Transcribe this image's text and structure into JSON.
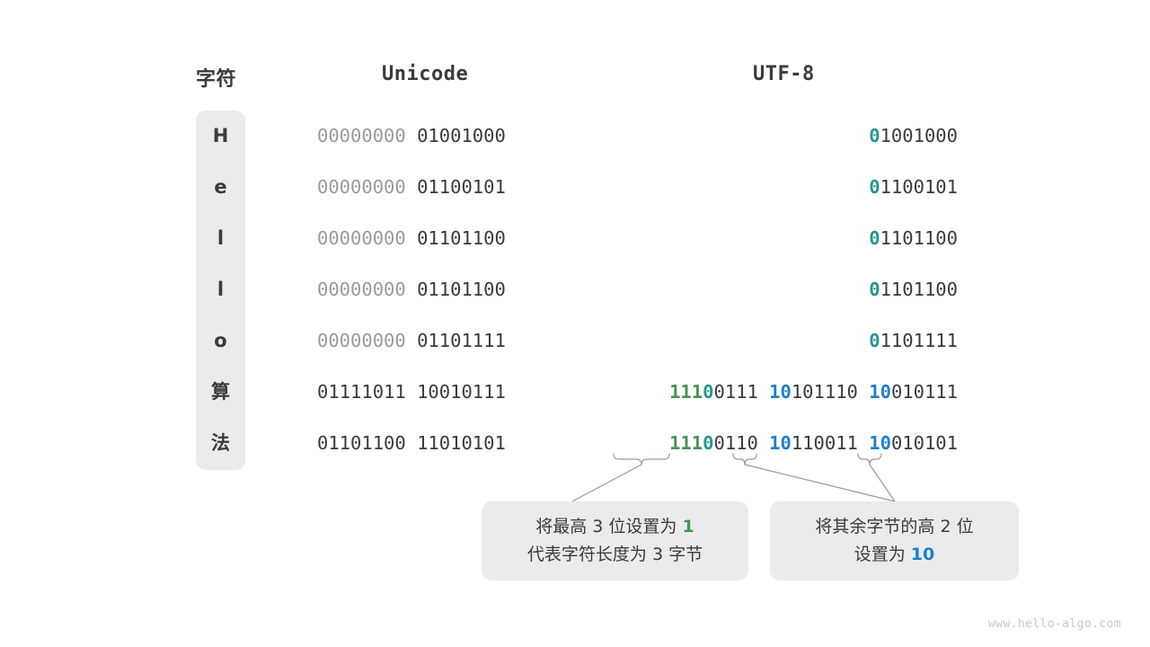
{
  "headers": {
    "character": "字符",
    "unicode": "Unicode",
    "utf8": "UTF-8"
  },
  "colors": {
    "green": "#4a9157",
    "teal": "#2b9490",
    "blue": "#1f80c4",
    "dark": "#3b3b3b",
    "dim": "#9a9a9a",
    "pill_bg": "#ebebeb",
    "page_bg": "#ffffff",
    "watermark": "#c9c9c9"
  },
  "rows": [
    {
      "char": "H",
      "unicode": [
        {
          "text": "00000000",
          "style": "dim"
        },
        {
          "text": " ",
          "style": "dim"
        },
        {
          "text": "01001000",
          "style": "dark"
        }
      ],
      "utf8": [
        {
          "text": "0",
          "style": "teal"
        },
        {
          "text": "1001000",
          "style": "dark"
        }
      ]
    },
    {
      "char": "e",
      "unicode": [
        {
          "text": "00000000",
          "style": "dim"
        },
        {
          "text": " ",
          "style": "dim"
        },
        {
          "text": "01100101",
          "style": "dark"
        }
      ],
      "utf8": [
        {
          "text": "0",
          "style": "teal"
        },
        {
          "text": "1100101",
          "style": "dark"
        }
      ]
    },
    {
      "char": "l",
      "unicode": [
        {
          "text": "00000000",
          "style": "dim"
        },
        {
          "text": " ",
          "style": "dim"
        },
        {
          "text": "01101100",
          "style": "dark"
        }
      ],
      "utf8": [
        {
          "text": "0",
          "style": "teal"
        },
        {
          "text": "1101100",
          "style": "dark"
        }
      ]
    },
    {
      "char": "l",
      "unicode": [
        {
          "text": "00000000",
          "style": "dim"
        },
        {
          "text": " ",
          "style": "dim"
        },
        {
          "text": "01101100",
          "style": "dark"
        }
      ],
      "utf8": [
        {
          "text": "0",
          "style": "teal"
        },
        {
          "text": "1101100",
          "style": "dark"
        }
      ]
    },
    {
      "char": "o",
      "unicode": [
        {
          "text": "00000000",
          "style": "dim"
        },
        {
          "text": " ",
          "style": "dim"
        },
        {
          "text": "01101111",
          "style": "dark"
        }
      ],
      "utf8": [
        {
          "text": "0",
          "style": "teal"
        },
        {
          "text": "1101111",
          "style": "dark"
        }
      ]
    },
    {
      "char": "算",
      "unicode": [
        {
          "text": "01111011",
          "style": "dark"
        },
        {
          "text": " ",
          "style": "dark"
        },
        {
          "text": "10010111",
          "style": "dark"
        }
      ],
      "utf8": [
        {
          "text": "111",
          "style": "green"
        },
        {
          "text": "0",
          "style": "teal"
        },
        {
          "text": "0111",
          "style": "dark"
        },
        {
          "text": " ",
          "style": "dark"
        },
        {
          "text": "10",
          "style": "blue"
        },
        {
          "text": "101110",
          "style": "dark"
        },
        {
          "text": " ",
          "style": "dark"
        },
        {
          "text": "10",
          "style": "blue"
        },
        {
          "text": "010111",
          "style": "dark"
        }
      ]
    },
    {
      "char": "法",
      "unicode": [
        {
          "text": "01101100",
          "style": "dark"
        },
        {
          "text": " ",
          "style": "dark"
        },
        {
          "text": "11010101",
          "style": "dark"
        }
      ],
      "utf8": [
        {
          "text": "111",
          "style": "green"
        },
        {
          "text": "0",
          "style": "teal"
        },
        {
          "text": "0110",
          "style": "dark"
        },
        {
          "text": " ",
          "style": "dark"
        },
        {
          "text": "10",
          "style": "blue"
        },
        {
          "text": "110011",
          "style": "dark"
        },
        {
          "text": " ",
          "style": "dark"
        },
        {
          "text": "10",
          "style": "blue"
        },
        {
          "text": "010101",
          "style": "dark"
        }
      ]
    }
  ],
  "callouts": {
    "left": {
      "line1": [
        {
          "text": "将最高 3 位设置为 ",
          "style": "dark"
        },
        {
          "text": "1",
          "style": "green"
        }
      ],
      "line2": [
        {
          "text": "代表字符长度为 3 字节",
          "style": "dark"
        }
      ]
    },
    "right": {
      "line1": [
        {
          "text": "将其余字节的高 2 位",
          "style": "dark"
        }
      ],
      "line2": [
        {
          "text": "设置为 ",
          "style": "dark"
        },
        {
          "text": "10",
          "style": "blue"
        }
      ]
    }
  },
  "watermark": "www.hello-algo.com"
}
